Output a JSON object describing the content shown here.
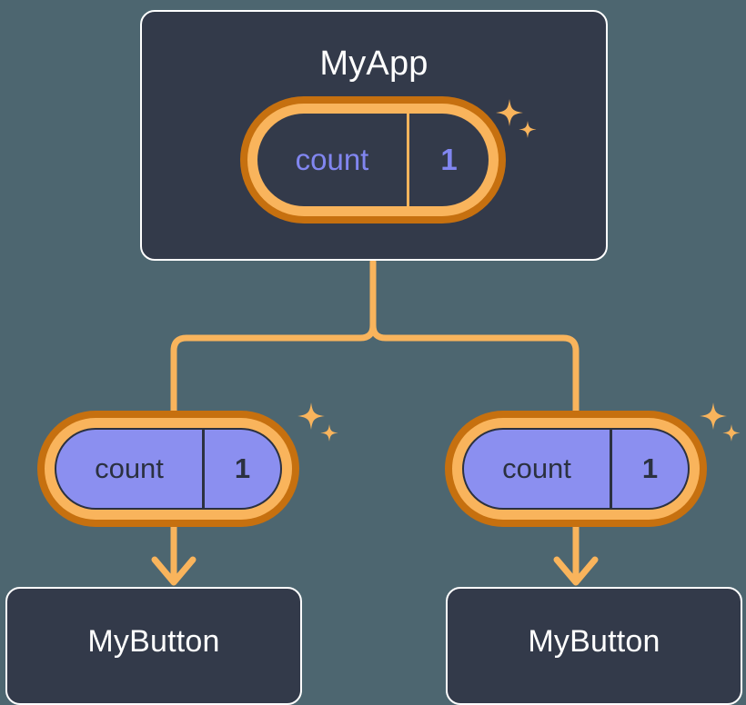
{
  "theme": {
    "background": "#4d6670",
    "card_fill": "#333a4a",
    "card_border": "#ffffff",
    "ring_outer": "#c6700f",
    "ring_inner": "#f9b45c",
    "state_purple": "#8b8ff0",
    "text_purple": "#8186f0",
    "text_dark": "#2b3140",
    "text_light": "#ffffff",
    "wire": "#f9b45c"
  },
  "diagram": {
    "type": "component-tree",
    "root": {
      "title": "MyApp",
      "state": {
        "name": "count",
        "value": "1"
      }
    },
    "branches": [
      {
        "state": {
          "name": "count",
          "value": "1"
        },
        "child": {
          "title": "MyButton"
        }
      },
      {
        "state": {
          "name": "count",
          "value": "1"
        },
        "child": {
          "title": "MyButton"
        }
      }
    ],
    "sparkle_icon": "sparkle-icon"
  }
}
